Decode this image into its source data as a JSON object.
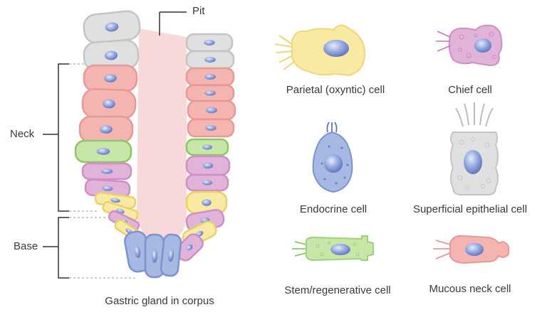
{
  "labels": {
    "pit": "Pit",
    "neck": "Neck",
    "base": "Base",
    "gland_caption": "Gastric gland in corpus"
  },
  "cells": [
    {
      "key": "parietal",
      "label": "Parietal (oxyntic) cell",
      "color": "#f8eaa3"
    },
    {
      "key": "chief",
      "label": "Chief cell",
      "color": "#e1b3d8"
    },
    {
      "key": "endocrine",
      "label": "Endocrine cell",
      "color": "#a7b8e2"
    },
    {
      "key": "superficial",
      "label": "Superficial epithelial cell",
      "color": "#e0e0e0"
    },
    {
      "key": "stem",
      "label": "Stem/regenerative cell",
      "color": "#c8e6a8"
    },
    {
      "key": "mucous_neck",
      "label": "Mucous neck cell",
      "color": "#f4b4b0"
    }
  ],
  "colors": {
    "lumen": "#f8d9d9",
    "outline_pink": "#e59a98",
    "nucleus": "#7f94d6",
    "bracket": "#333333"
  }
}
